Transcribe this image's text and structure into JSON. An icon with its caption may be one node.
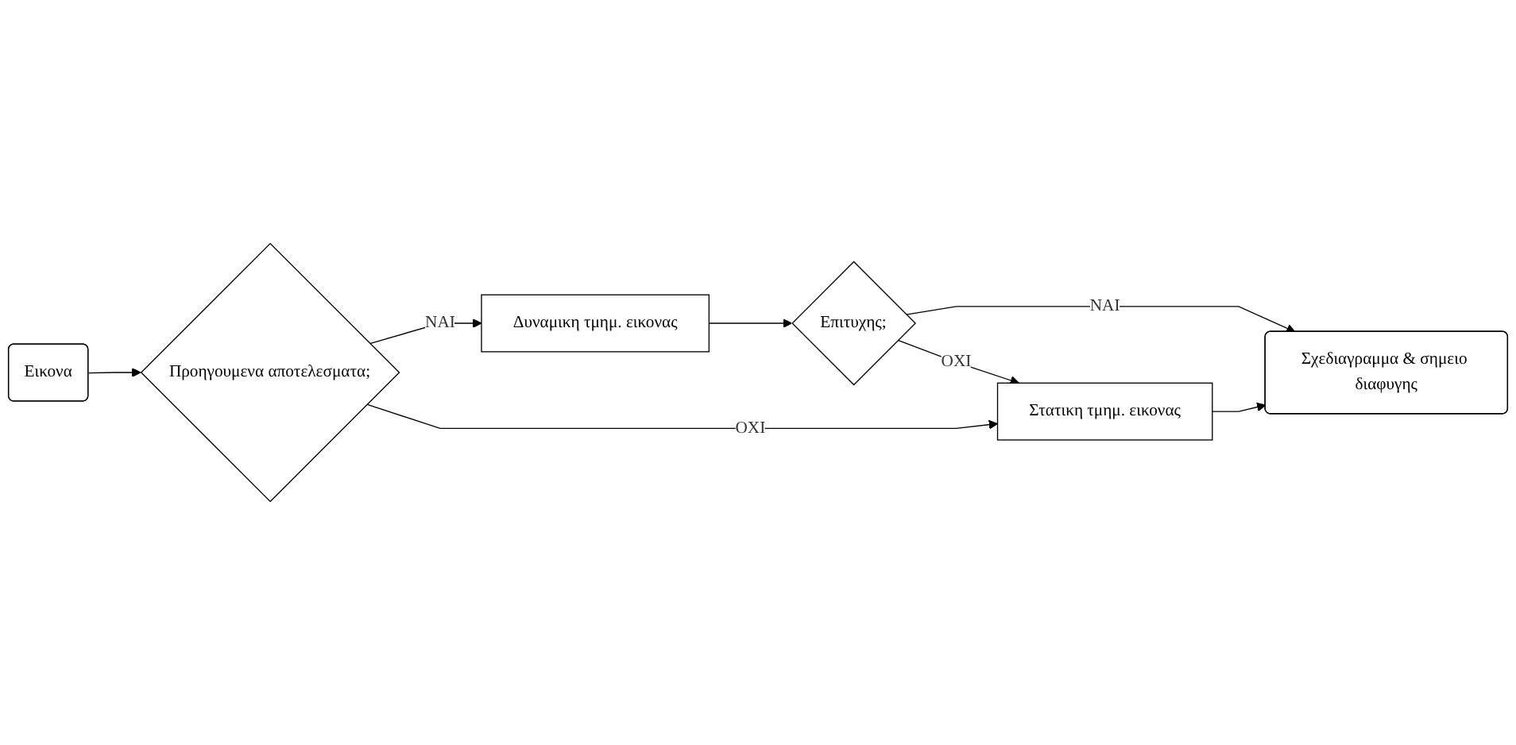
{
  "diagram": {
    "nodes": [
      {
        "text": [
          "Εικονα"
        ]
      },
      {
        "text": [
          "Προηγουμενα αποτελεσματα;"
        ]
      },
      {
        "text": [
          "Δυναμικη τμημ. εικονας"
        ]
      },
      {
        "text": [
          "Επιτυχης;"
        ]
      },
      {
        "text": [
          "Στατικη τμημ. εικονας"
        ]
      },
      {
        "text": [
          "Σχεδιαγραμμα & σημειο διαφυγης"
        ]
      }
    ],
    "edges": [
      {
        "from": 0,
        "to": 1,
        "arrow": "to"
      },
      {
        "from": 1,
        "to": 2,
        "arrow": "to",
        "label": "ΝΑΙ"
      },
      {
        "from": 1,
        "to": 4,
        "arrow": "to",
        "label": "ΟΧΙ"
      },
      {
        "from": 2,
        "to": 3,
        "arrow": "to"
      },
      {
        "from": 3,
        "to": 5,
        "arrow": "to",
        "label": "ΝΑΙ"
      },
      {
        "from": 3,
        "to": 4,
        "arrow": "to",
        "label": "ΟΧΙ"
      },
      {
        "from": 4,
        "to": 5,
        "arrow": "to"
      }
    ]
  }
}
